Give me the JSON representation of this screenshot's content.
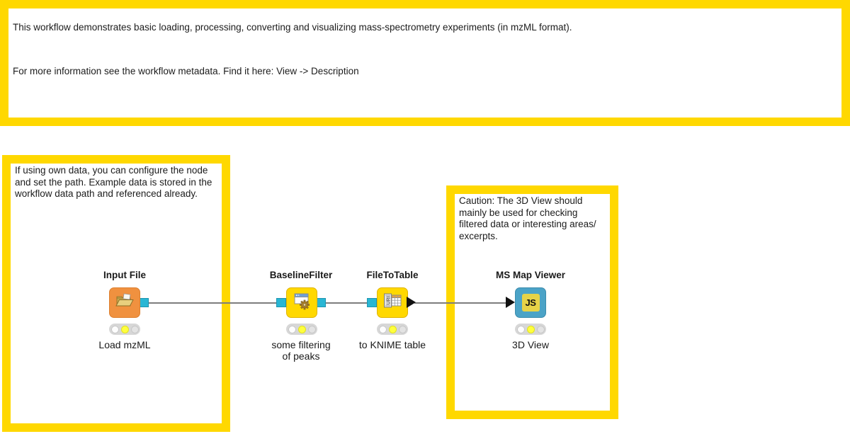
{
  "workflow": {
    "annotations": {
      "top": {
        "paragraph1": "This workflow demonstrates basic loading, processing, converting and visualizing mass-spectrometry experiments (in mzML format).",
        "paragraph2": "For more information see the workflow metadata. Find it here: View -> Description"
      },
      "left": {
        "text": "If using own data, you can configure the node\nand set the path. Example data is stored in the\nworkflow data path and referenced already."
      },
      "right": {
        "text": "Caution: The 3D View should\nmainly be used for checking\nfiltered data or interesting areas/\nexcerpts."
      }
    },
    "nodes": [
      {
        "name": "Input File",
        "caption": "Load mzML",
        "category": "source",
        "status": "configured",
        "icon": "open-folder-icon"
      },
      {
        "name": "BaselineFilter",
        "caption": "some filtering\nof peaks",
        "category": "manipulator",
        "status": "configured",
        "icon": "window-gear-icon"
      },
      {
        "name": "FileToTable",
        "caption": "to KNIME table",
        "category": "manipulator",
        "status": "configured",
        "icon": "uri-to-table-icon",
        "icon_text": "URI"
      },
      {
        "name": "MS Map Viewer",
        "caption": "3D View",
        "category": "visualizer",
        "status": "configured",
        "icon": "javascript-icon",
        "icon_text": "JS"
      }
    ],
    "colors": {
      "annotation_border": "#FFD800",
      "canvas_background": "#FFFFFF",
      "node_source": "#F0913F",
      "node_manipulator": "#FFD800",
      "node_visualizer": "#4BA3C7",
      "data_port_cyan": "#29B6D4",
      "status_light_yellow": "#FFFF3D"
    }
  }
}
